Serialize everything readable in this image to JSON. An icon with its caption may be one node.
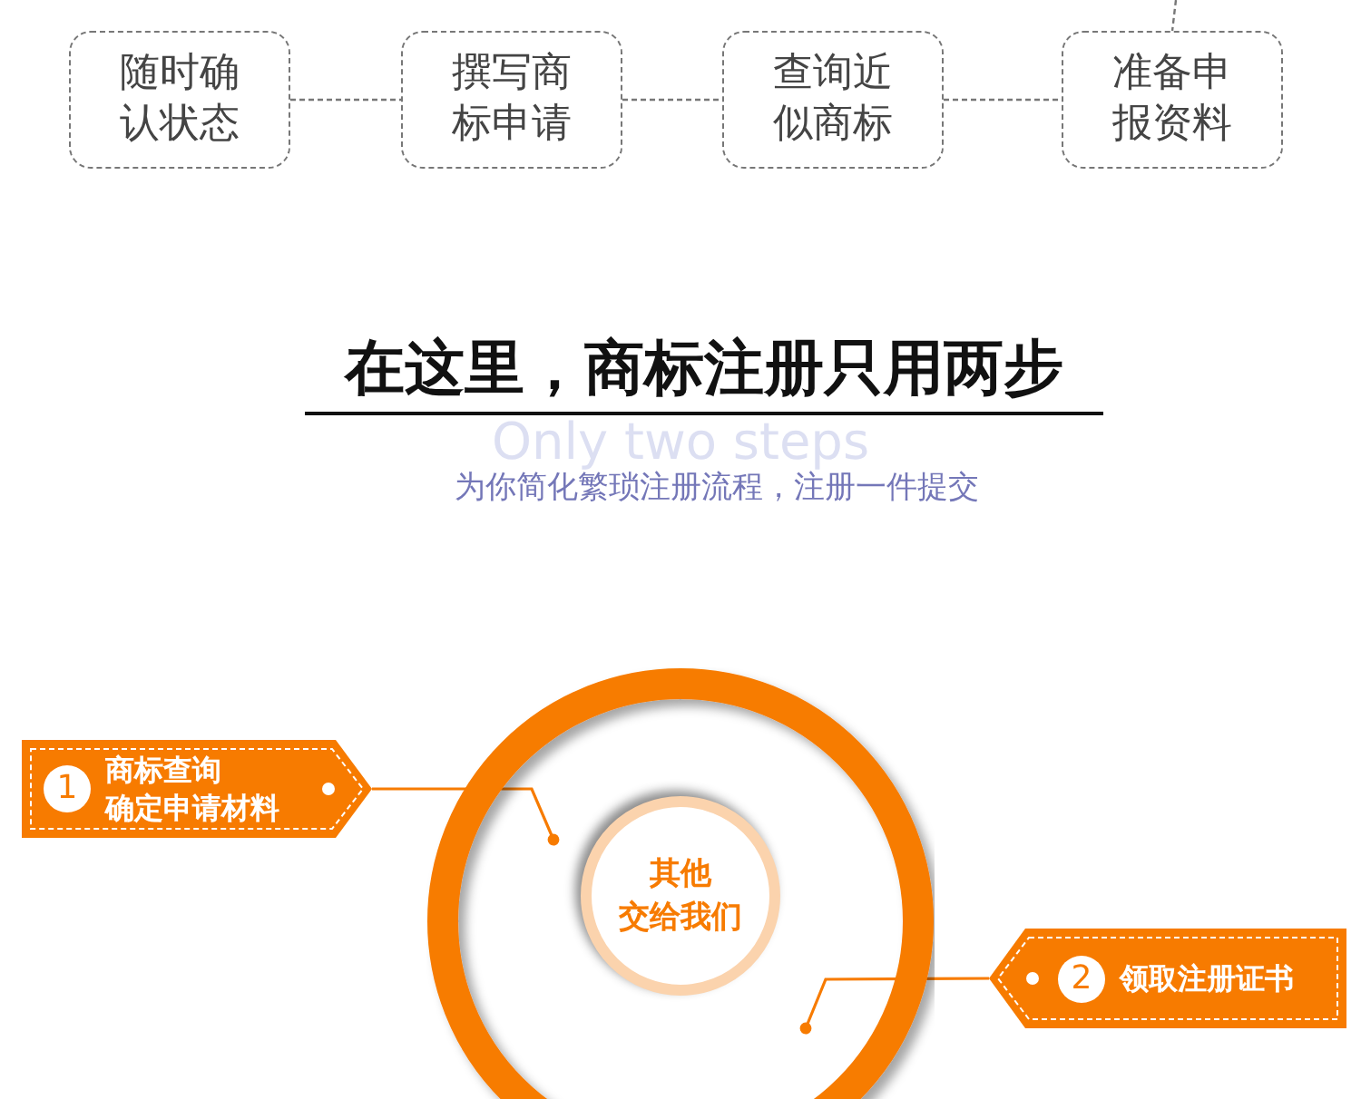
{
  "diagram": {
    "title": "在这里，商标注册只用两步",
    "nodes": [
      {
        "text": [
          "随时确认状态"
        ]
      },
      {
        "text": [
          "撰写商标申请"
        ]
      },
      {
        "text": [
          "查询近似商标"
        ]
      },
      {
        "text": [
          "准备申报资料"
        ]
      },
      {
        "text": [
          "1",
          "商标查询确定申请材料"
        ]
      },
      {
        "text": [],
        "shape": "circle"
      },
      {
        "text": [
          "其他交给我们"
        ],
        "in": 5
      },
      {
        "text": [
          "2",
          "领取注册证书"
        ]
      }
    ],
    "edges": [
      {
        "from": 0,
        "to": 1,
        "arrow": "none",
        "style": "dashed"
      },
      {
        "from": 1,
        "to": 2,
        "arrow": "none",
        "style": "dashed"
      },
      {
        "from": 2,
        "to": 3,
        "arrow": "none",
        "style": "dashed"
      },
      {
        "from": null,
        "to": 3,
        "arrow": "none",
        "style": "dashed"
      },
      {
        "from": 4,
        "to": 5,
        "arrow": "other",
        "color": "#f77b00"
      },
      {
        "from": 7,
        "to": 5,
        "arrow": "other",
        "color": "#f77b00"
      }
    ],
    "labels": [
      "Only two steps",
      "为你简化繁琐注册流程，注册一件提交"
    ]
  }
}
